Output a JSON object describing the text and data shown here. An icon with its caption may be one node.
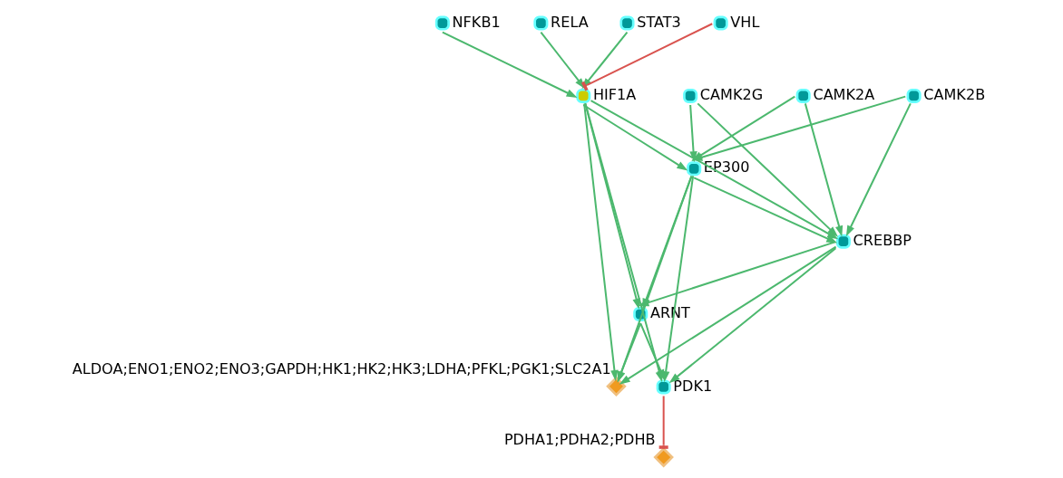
{
  "diagram": {
    "nodes": [
      {
        "text": [],
        "shape": "circle",
        "beside": [
          "NFKB1"
        ]
      },
      {
        "text": [],
        "shape": "circle",
        "beside": [
          "RELA"
        ]
      },
      {
        "text": [],
        "shape": "circle",
        "beside": [
          "STAT3"
        ]
      },
      {
        "text": [],
        "shape": "circle",
        "beside": [
          "VHL"
        ]
      },
      {
        "text": [],
        "shape": "circle",
        "beside": [
          "CAMK2A"
        ]
      },
      {
        "text": [],
        "shape": "circle",
        "beside": [
          "CAMK2G"
        ]
      },
      {
        "text": [],
        "shape": "circle",
        "beside": [
          "CAMK2B"
        ]
      },
      {
        "text": [],
        "shape": "circle",
        "beside": [
          "HIF1A"
        ]
      },
      {
        "text": [],
        "shape": "circle",
        "beside": [
          "EP300"
        ]
      },
      {
        "text": [],
        "shape": "circle",
        "beside": [
          "CREBBP"
        ]
      },
      {
        "text": [],
        "shape": "circle",
        "beside": [
          "ARNT"
        ]
      },
      {
        "text": [],
        "shape": "circle",
        "beside": [
          "PDK1"
        ]
      },
      {
        "text": [],
        "shape": "diamond",
        "beside": [
          "ALDOA;ENO1;ENO2;ENO3;GAPDH;HK1;HK2;HK3;LDHA;PFKL;PGK1;SLC2A1"
        ]
      },
      {
        "text": [],
        "shape": "diamond",
        "beside": [
          "PDHA1;PDHA2;PDHB"
        ]
      }
    ],
    "edges": [
      {
        "from": 0,
        "to": 7,
        "arrow": "to"
      },
      {
        "from": 1,
        "to": 7,
        "arrow": "to"
      },
      {
        "from": 2,
        "to": 7,
        "arrow": "to"
      },
      {
        "from": 3,
        "to": 7,
        "arrow": "other",
        "color": "#d9534f"
      },
      {
        "from": 4,
        "to": 8,
        "arrow": "to"
      },
      {
        "from": 4,
        "to": 9,
        "arrow": "to"
      },
      {
        "from": 5,
        "to": 8,
        "arrow": "to"
      },
      {
        "from": 5,
        "to": 9,
        "arrow": "to"
      },
      {
        "from": 6,
        "to": 8,
        "arrow": "to"
      },
      {
        "from": 6,
        "to": 9,
        "arrow": "to"
      },
      {
        "from": 7,
        "to": 8,
        "arrow": "to"
      },
      {
        "from": 7,
        "to": 9,
        "arrow": "to"
      },
      {
        "from": 7,
        "to": 10,
        "arrow": "to"
      },
      {
        "from": 7,
        "to": 11,
        "arrow": "to"
      },
      {
        "from": 7,
        "to": 12,
        "arrow": "to"
      },
      {
        "from": 8,
        "to": 9,
        "arrow": "to"
      },
      {
        "from": 8,
        "to": 10,
        "arrow": "to"
      },
      {
        "from": 8,
        "to": 11,
        "arrow": "to"
      },
      {
        "from": 8,
        "to": 12,
        "arrow": "to"
      },
      {
        "from": 9,
        "to": 10,
        "arrow": "to"
      },
      {
        "from": 9,
        "to": 11,
        "arrow": "to"
      },
      {
        "from": 9,
        "to": 12,
        "arrow": "to"
      },
      {
        "from": 10,
        "to": 11,
        "arrow": "to"
      },
      {
        "from": 10,
        "to": 12,
        "arrow": "to"
      },
      {
        "from": 11,
        "to": 13,
        "arrow": "other",
        "color": "#d9534f"
      }
    ]
  }
}
